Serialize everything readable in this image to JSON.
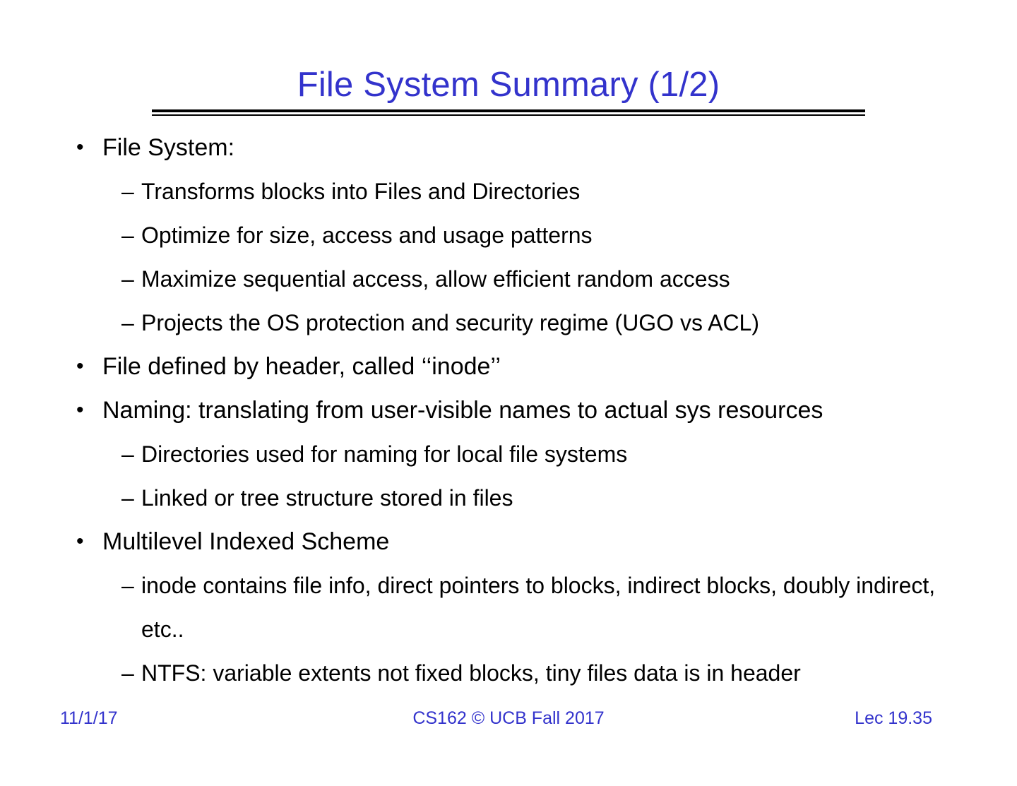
{
  "slide": {
    "title": "File System Summary (1/2)",
    "title_color": "#3333cc",
    "rule_color": "#000000",
    "background_color": "#ffffff",
    "body_color": "#000000"
  },
  "markers": {
    "level1": "•",
    "level2": "–"
  },
  "body": {
    "items": [
      {
        "level": 1,
        "text": "File System:"
      },
      {
        "level": 2,
        "text": "Transforms blocks into Files and Directories"
      },
      {
        "level": 2,
        "text": "Optimize for size, access and usage patterns"
      },
      {
        "level": 2,
        "text": "Maximize sequential access, allow efficient random access"
      },
      {
        "level": 2,
        "text": "Projects the OS protection and security regime (UGO vs ACL)"
      },
      {
        "level": 1,
        "text": "File defined by header, called ‘‘inode’’"
      },
      {
        "level": 1,
        "text": "Naming: translating from user-visible names to actual sys resources"
      },
      {
        "level": 2,
        "text": "Directories used for naming for local file systems"
      },
      {
        "level": 2,
        "text": "Linked or tree structure stored in files"
      },
      {
        "level": 1,
        "text": "Multilevel Indexed Scheme"
      },
      {
        "level": 2,
        "text": "inode contains file info, direct pointers to blocks, indirect blocks, doubly indirect, etc.."
      },
      {
        "level": 2,
        "text": "NTFS: variable extents not fixed blocks, tiny files data is in header"
      }
    ]
  },
  "footer": {
    "date": "11/1/17",
    "center": "CS162 © UCB Fall 2017",
    "page": "Lec 19.35",
    "color": "#3333cc"
  }
}
